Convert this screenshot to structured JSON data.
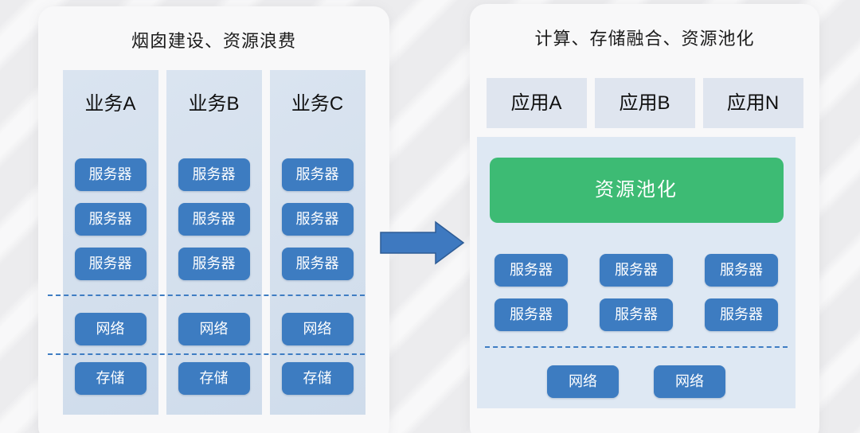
{
  "left_panel": {
    "title": "烟囱建设、资源浪费",
    "columns": [
      {
        "header": "业务A"
      },
      {
        "header": "业务B"
      },
      {
        "header": "业务C"
      }
    ],
    "server_label": "服务器",
    "network_label": "网络",
    "storage_label": "存储"
  },
  "arrow": {
    "icon": "right-block-arrow"
  },
  "right_panel": {
    "title": "计算、存储融合、资源池化",
    "apps": [
      {
        "label": "应用A"
      },
      {
        "label": "应用B"
      },
      {
        "label": "应用N"
      }
    ],
    "pool_label": "资源池化",
    "server_label": "服务器",
    "network_label": "网络"
  },
  "colors": {
    "accent_blue": "#3d7cc1",
    "accent_green": "#3dbb74",
    "dash_blue": "#3f7dc3",
    "arrow_fill": "#3e79c0",
    "arrow_stroke": "#2e5c95",
    "column_bg": "#d3dfed",
    "app_box_bg": "#dfe5ef",
    "container_bg": "#dee8f3",
    "card_bg": "#f8f8f9",
    "page_bg": "#ececee",
    "title_color": "#1c1c1c"
  }
}
